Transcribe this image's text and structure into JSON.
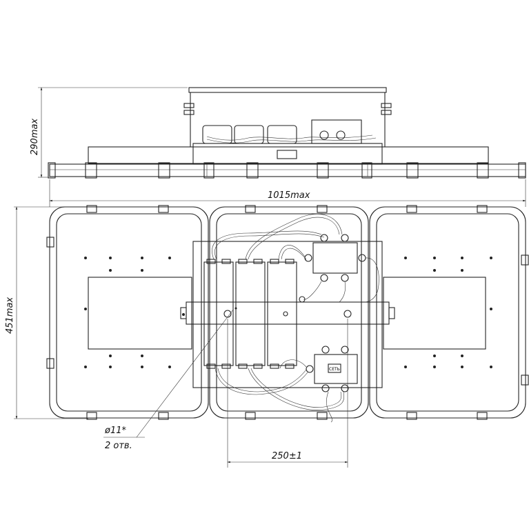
{
  "dimensions": {
    "height_top": "290max",
    "width": "1015max",
    "height_front": "451max",
    "hole_diameter": "ø11*",
    "hole_count": "2 отв.",
    "hole_spacing": "250±1"
  },
  "labels": {
    "power_box": "СЕТЬ"
  }
}
